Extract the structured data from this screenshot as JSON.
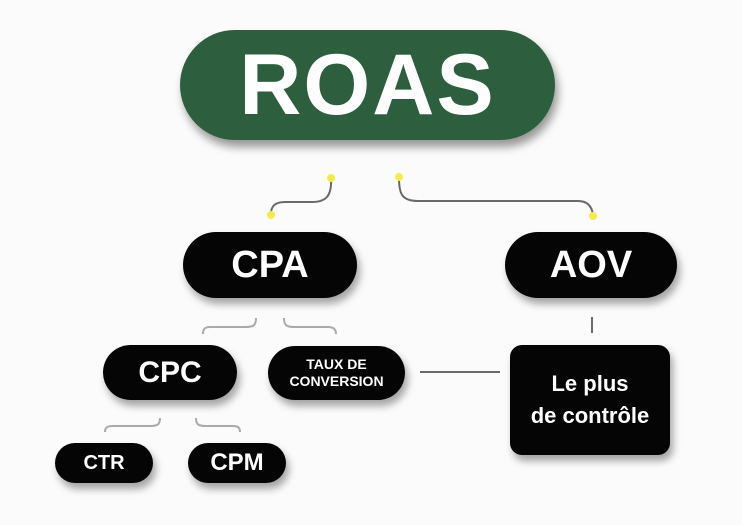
{
  "diagram": {
    "root": "ROAS",
    "level1": [
      "CPA",
      "AOV"
    ],
    "cpa_children": [
      "CPC",
      "TAUX DE CONVERSION"
    ],
    "taux_line1": "TAUX DE",
    "taux_line2": "CONVERSION",
    "aov_child_line1": "Le plus",
    "aov_child_line2": "de contrôle",
    "cpc_children": [
      "CTR",
      "CPM"
    ]
  },
  "colors": {
    "root": "#2d5f3f",
    "node": "#050505",
    "connector": "#666666",
    "dot": "#f5ec4a"
  }
}
